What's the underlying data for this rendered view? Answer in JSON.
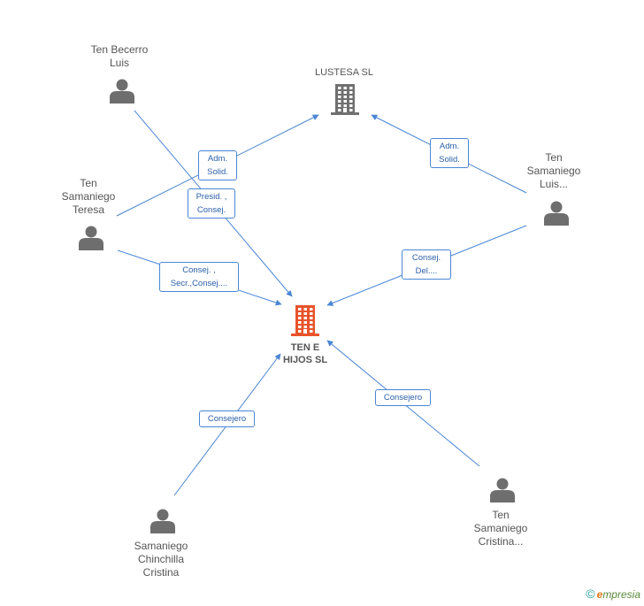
{
  "nodes": {
    "ten_e_hijos": {
      "label": "TEN E\nHIJOS SL",
      "color": "#e8532b",
      "kind": "company-main"
    },
    "lustesa": {
      "label": "LUSTESA SL",
      "color": "#707070",
      "kind": "company"
    },
    "ten_becerro_luis": {
      "label": "Ten Becerro\nLuis",
      "kind": "person"
    },
    "ten_samaniego_teresa": {
      "label": "Ten\nSamaniego\nTeresa",
      "kind": "person"
    },
    "ten_samaniego_luis": {
      "label": "Ten\nSamaniego\nLuis...",
      "kind": "person"
    },
    "samaniego_chinchilla": {
      "label": "Samaniego\nChinchilla\nCristina",
      "kind": "person"
    },
    "ten_samaniego_cristina": {
      "label": "Ten\nSamaniego\nCristina...",
      "kind": "person"
    }
  },
  "edges": [
    {
      "from": "ten_samaniego_teresa",
      "to": "lustesa",
      "label": "Adm.\nSolid."
    },
    {
      "from": "ten_becerro_luis",
      "to": "ten_e_hijos",
      "label": "Presid. ,\nConsej."
    },
    {
      "from": "ten_samaniego_teresa",
      "to": "ten_e_hijos",
      "label": "Consej. ,\nSecr.,Consej...."
    },
    {
      "from": "ten_samaniego_luis",
      "to": "lustesa",
      "label": "Adm.\nSolid."
    },
    {
      "from": "ten_samaniego_luis",
      "to": "ten_e_hijos",
      "label": "Consej.\nDel...."
    },
    {
      "from": "samaniego_chinchilla",
      "to": "ten_e_hijos",
      "label": "Consejero"
    },
    {
      "from": "ten_samaniego_cristina",
      "to": "ten_e_hijos",
      "label": "Consejero"
    }
  ],
  "colors": {
    "edge": "#4a86d4",
    "person": "#6e6e6e"
  },
  "footer": {
    "copyright": "©",
    "brand_e": "e",
    "brand_rest": "mpresia"
  }
}
